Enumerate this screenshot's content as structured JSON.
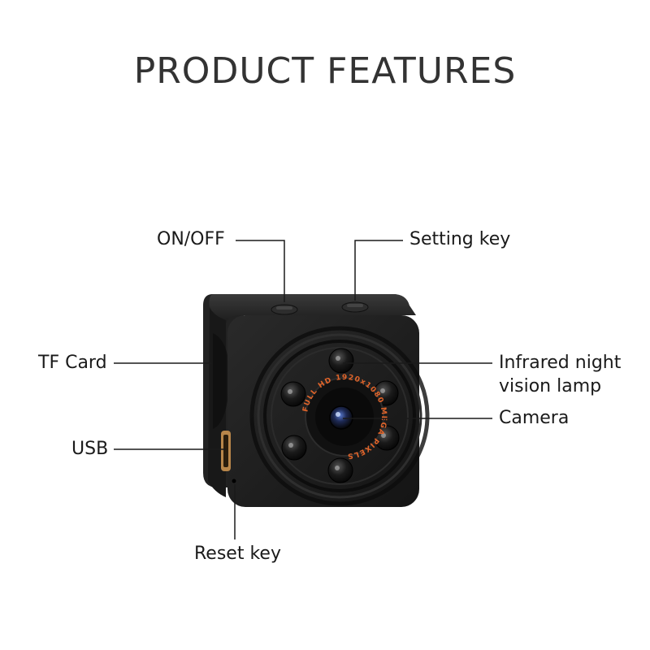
{
  "title": "PRODUCT FEATURES",
  "callouts": {
    "on_off": "ON/OFF",
    "setting_key": "Setting key",
    "tf_card": "TF Card",
    "infrared_line1": "Infrared night",
    "infrared_line2": "vision lamp",
    "camera": "Camera",
    "usb": "USB",
    "reset_key": "Reset key"
  },
  "lens_ring_text": "FULL HD 1920x1080 MEGA PIXELS",
  "colors": {
    "body": "#1b1b1b",
    "ring_text": "#e0642a",
    "usb_port": "#b8864a",
    "title": "#333333"
  }
}
